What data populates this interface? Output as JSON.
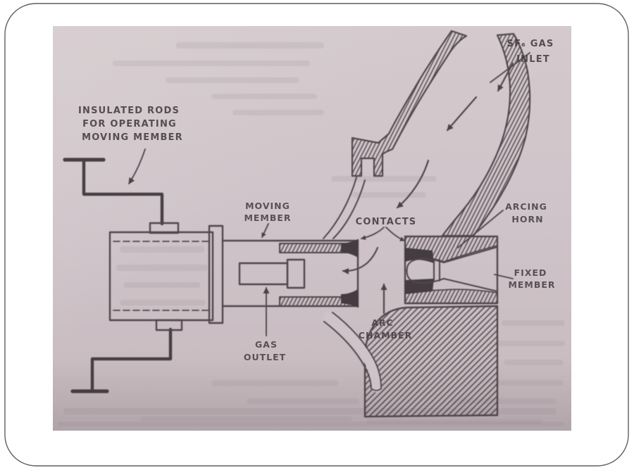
{
  "slide": {
    "background_color": "#ffffff",
    "border_color": "#5f5f5f"
  },
  "figure": {
    "paper_color": "#cfc4c9",
    "ink_color": "#453c41",
    "labels": {
      "sf6_gas_inlet": {
        "line1": "SF₆ GAS",
        "line2": "INLET"
      },
      "insulated_rods": {
        "line1": "INSULATED RODS",
        "line2": "FOR OPERATING",
        "line3": "MOVING MEMBER"
      },
      "moving_member": {
        "line1": "MOVING",
        "line2": "MEMBER"
      },
      "contacts": {
        "line1": "CONTACTS"
      },
      "arcing_horn": {
        "line1": "ARCING",
        "line2": "HORN"
      },
      "fixed_member": {
        "line1": "FIXED",
        "line2": "MEMBER"
      },
      "arc_chamber": {
        "line1": "ARC",
        "line2": "CHAMBER"
      },
      "gas_outlet": {
        "line1": "GAS",
        "line2": "OUTLET"
      }
    }
  }
}
